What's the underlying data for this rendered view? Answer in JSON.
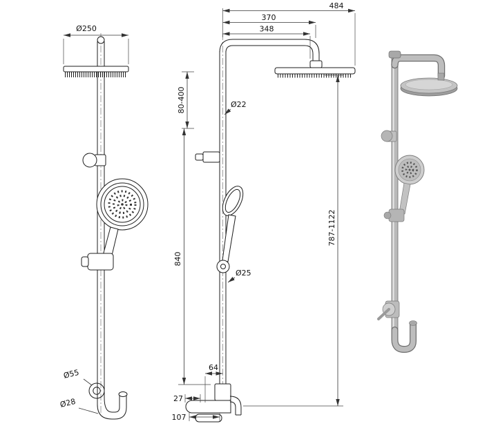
{
  "drawing": {
    "front_view": {
      "head_diameter": "Ø250",
      "escutcheon_diameter": "Ø55",
      "inlet_pipe_diameter": "Ø28"
    },
    "side_view": {
      "overall_reach": "484",
      "arm_center_reach": "370",
      "arm_inner_reach": "348",
      "head_drop_range": "80-400",
      "riser_pipe_diameter": "Ø22",
      "rail_length": "840",
      "pivot_diameter": "Ø25",
      "overall_height_range": "787-1122",
      "outlet_offset": "64",
      "spout_offset": "27",
      "spout_length": "107"
    }
  }
}
